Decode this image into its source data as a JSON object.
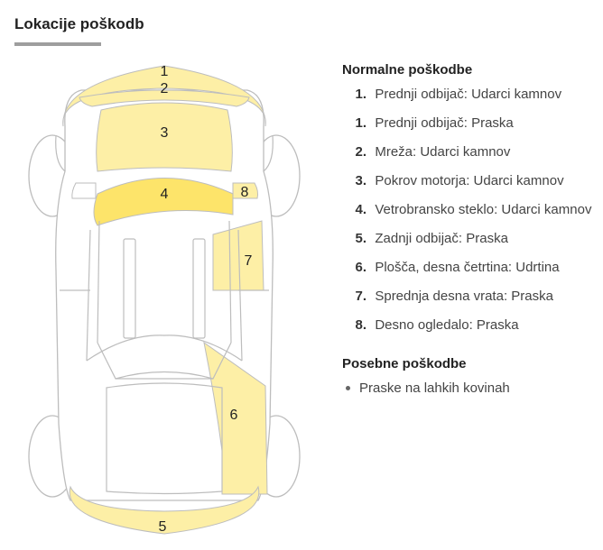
{
  "section_title": "Lokacije poškodb",
  "colors": {
    "zone_light": "#fdefa6",
    "zone_strong": "#fde46a",
    "outline": "#bdbdbd"
  },
  "zones": {
    "z1": "1",
    "z2": "2",
    "z3": "3",
    "z4": "4",
    "z5": "5",
    "z6": "6",
    "z7": "7",
    "z8": "8"
  },
  "normal_damages": {
    "title": "Normalne poškodbe",
    "items": [
      {
        "num": "1.",
        "text": "Prednji odbijač: Udarci kamnov"
      },
      {
        "num": "1.",
        "text": "Prednji odbijač: Praska"
      },
      {
        "num": "2.",
        "text": "Mreža: Udarci kamnov"
      },
      {
        "num": "3.",
        "text": "Pokrov motorja: Udarci kamnov"
      },
      {
        "num": "4.",
        "text": "Vetrobransko steklo: Udarci kamnov"
      },
      {
        "num": "5.",
        "text": "Zadnji odbijač: Praska"
      },
      {
        "num": "6.",
        "text": "Plošča, desna četrtina: Udrtina"
      },
      {
        "num": "7.",
        "text": "Sprednja desna vrata: Praska"
      },
      {
        "num": "8.",
        "text": "Desno ogledalo: Praska"
      }
    ]
  },
  "special_damages": {
    "title": "Posebne poškodbe",
    "items": [
      "Praske na lahkih kovinah"
    ]
  }
}
